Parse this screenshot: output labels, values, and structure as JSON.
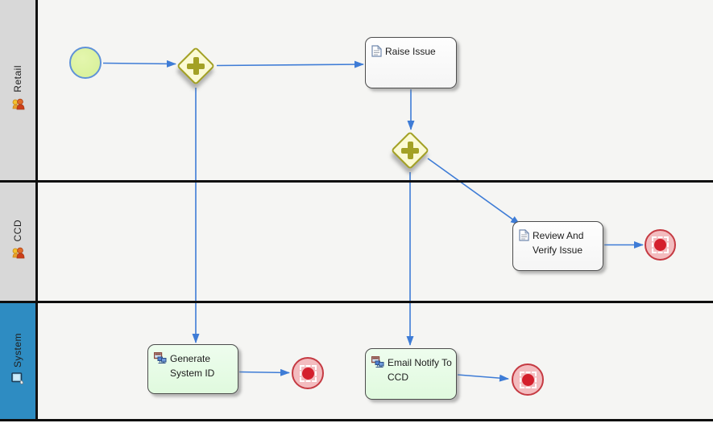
{
  "lanes": [
    {
      "label": "Retail",
      "icon": "people-icon"
    },
    {
      "label": "CCD",
      "icon": "people-icon"
    },
    {
      "label": "System",
      "icon": "computer-icon"
    }
  ],
  "nodes": {
    "start_event": {
      "type": "start-event"
    },
    "gateway_retail": {
      "type": "parallel-gateway"
    },
    "gateway_issue": {
      "type": "parallel-gateway"
    },
    "task_raise_issue": {
      "label": "Raise Issue",
      "icon": "document-icon"
    },
    "task_review_verify": {
      "label": "Review And Verify Issue",
      "icon": "document-icon"
    },
    "task_generate_system_id": {
      "label": "Generate System ID",
      "icon": "service-icon"
    },
    "task_email_notify_ccd": {
      "label": "Email Notify To CCD",
      "icon": "service-icon"
    },
    "end_event_ccd": {
      "type": "end-event"
    },
    "end_event_system_1": {
      "type": "end-event"
    },
    "end_event_system_2": {
      "type": "end-event"
    }
  },
  "colors": {
    "lane_header_gray": "#d8d8d8",
    "lane_header_blue": "#2e8cc2",
    "canvas": "#f5f5f3",
    "connector_blue": "#3e7cd6",
    "gateway_olive": "#a3a125",
    "gateway_fill": "#fbfad4",
    "start_fill": "#d6f097",
    "start_border": "#5f92d8",
    "end_border": "#c53a42",
    "end_fill": "#f3bcbf",
    "end_dot": "#d41f2c",
    "task_green_fill": "#e0fade",
    "lane_divider": "#0e0e0e"
  }
}
